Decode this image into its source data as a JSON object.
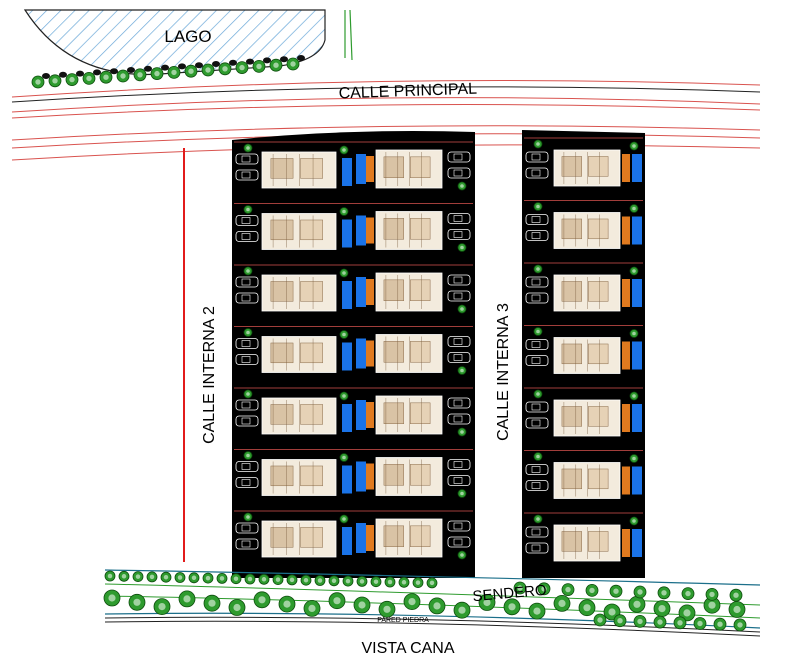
{
  "labels": {
    "lake": "LAGO",
    "main_street": "CALLE PRINCIPAL",
    "internal_street_2": "CALLE INTERNA 2",
    "internal_street_3": "CALLE INTERNA 3",
    "trail": "SENDERO",
    "stone_wall": "PARED PIEDRA",
    "view": "VISTA CANA"
  },
  "colors": {
    "road_line": "#d9534f",
    "parcel_bg": "#000000",
    "pool": "#1a73e8",
    "terrace": "#e07a1f",
    "tree": "#2e9b2e",
    "lake_hatch": "#6aa8d8",
    "boundary_red": "#e21b1b"
  },
  "blocks": [
    {
      "name": "left-block",
      "rows": 7,
      "double_sided": true
    },
    {
      "name": "right-block",
      "rows": 7,
      "double_sided": false
    }
  ]
}
